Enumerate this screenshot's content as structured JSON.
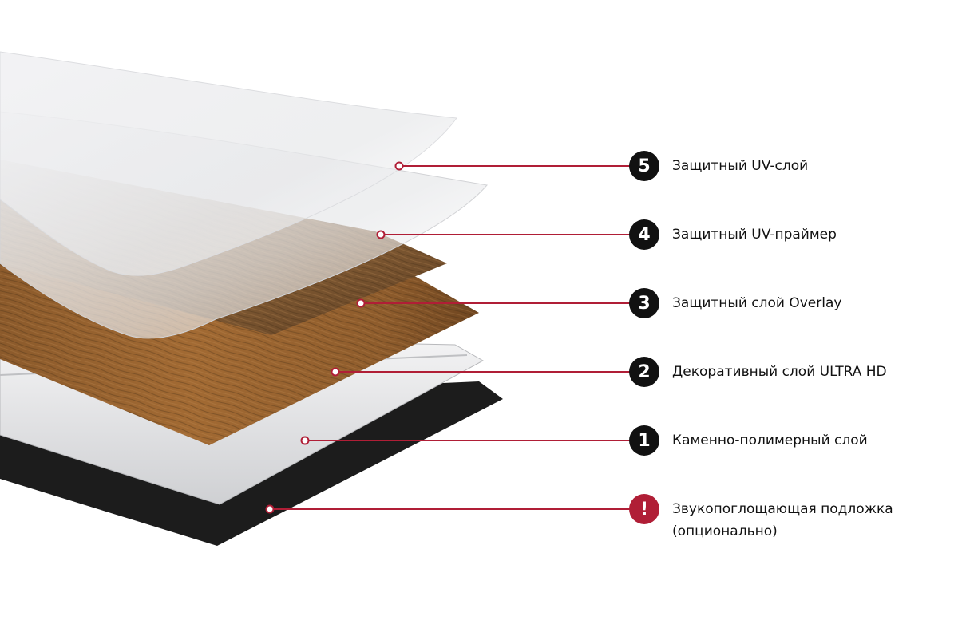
{
  "colors": {
    "accent": "#b01e36",
    "badge": "#111111"
  },
  "layers": [
    {
      "badge": "5",
      "label": "Защитный UV-слой",
      "extra": ""
    },
    {
      "badge": "4",
      "label": "Защитный UV-праймер",
      "extra": ""
    },
    {
      "badge": "3",
      "label": "Защитный слой Overlay",
      "extra": ""
    },
    {
      "badge": "2",
      "label": "Декоративный слой ULTRA HD",
      "extra": ""
    },
    {
      "badge": "1",
      "label": "Каменно-полимерный слой",
      "extra": ""
    },
    {
      "badge": "!",
      "label": "Звукопоглощающая подложка",
      "extra": "(опционально)"
    }
  ]
}
